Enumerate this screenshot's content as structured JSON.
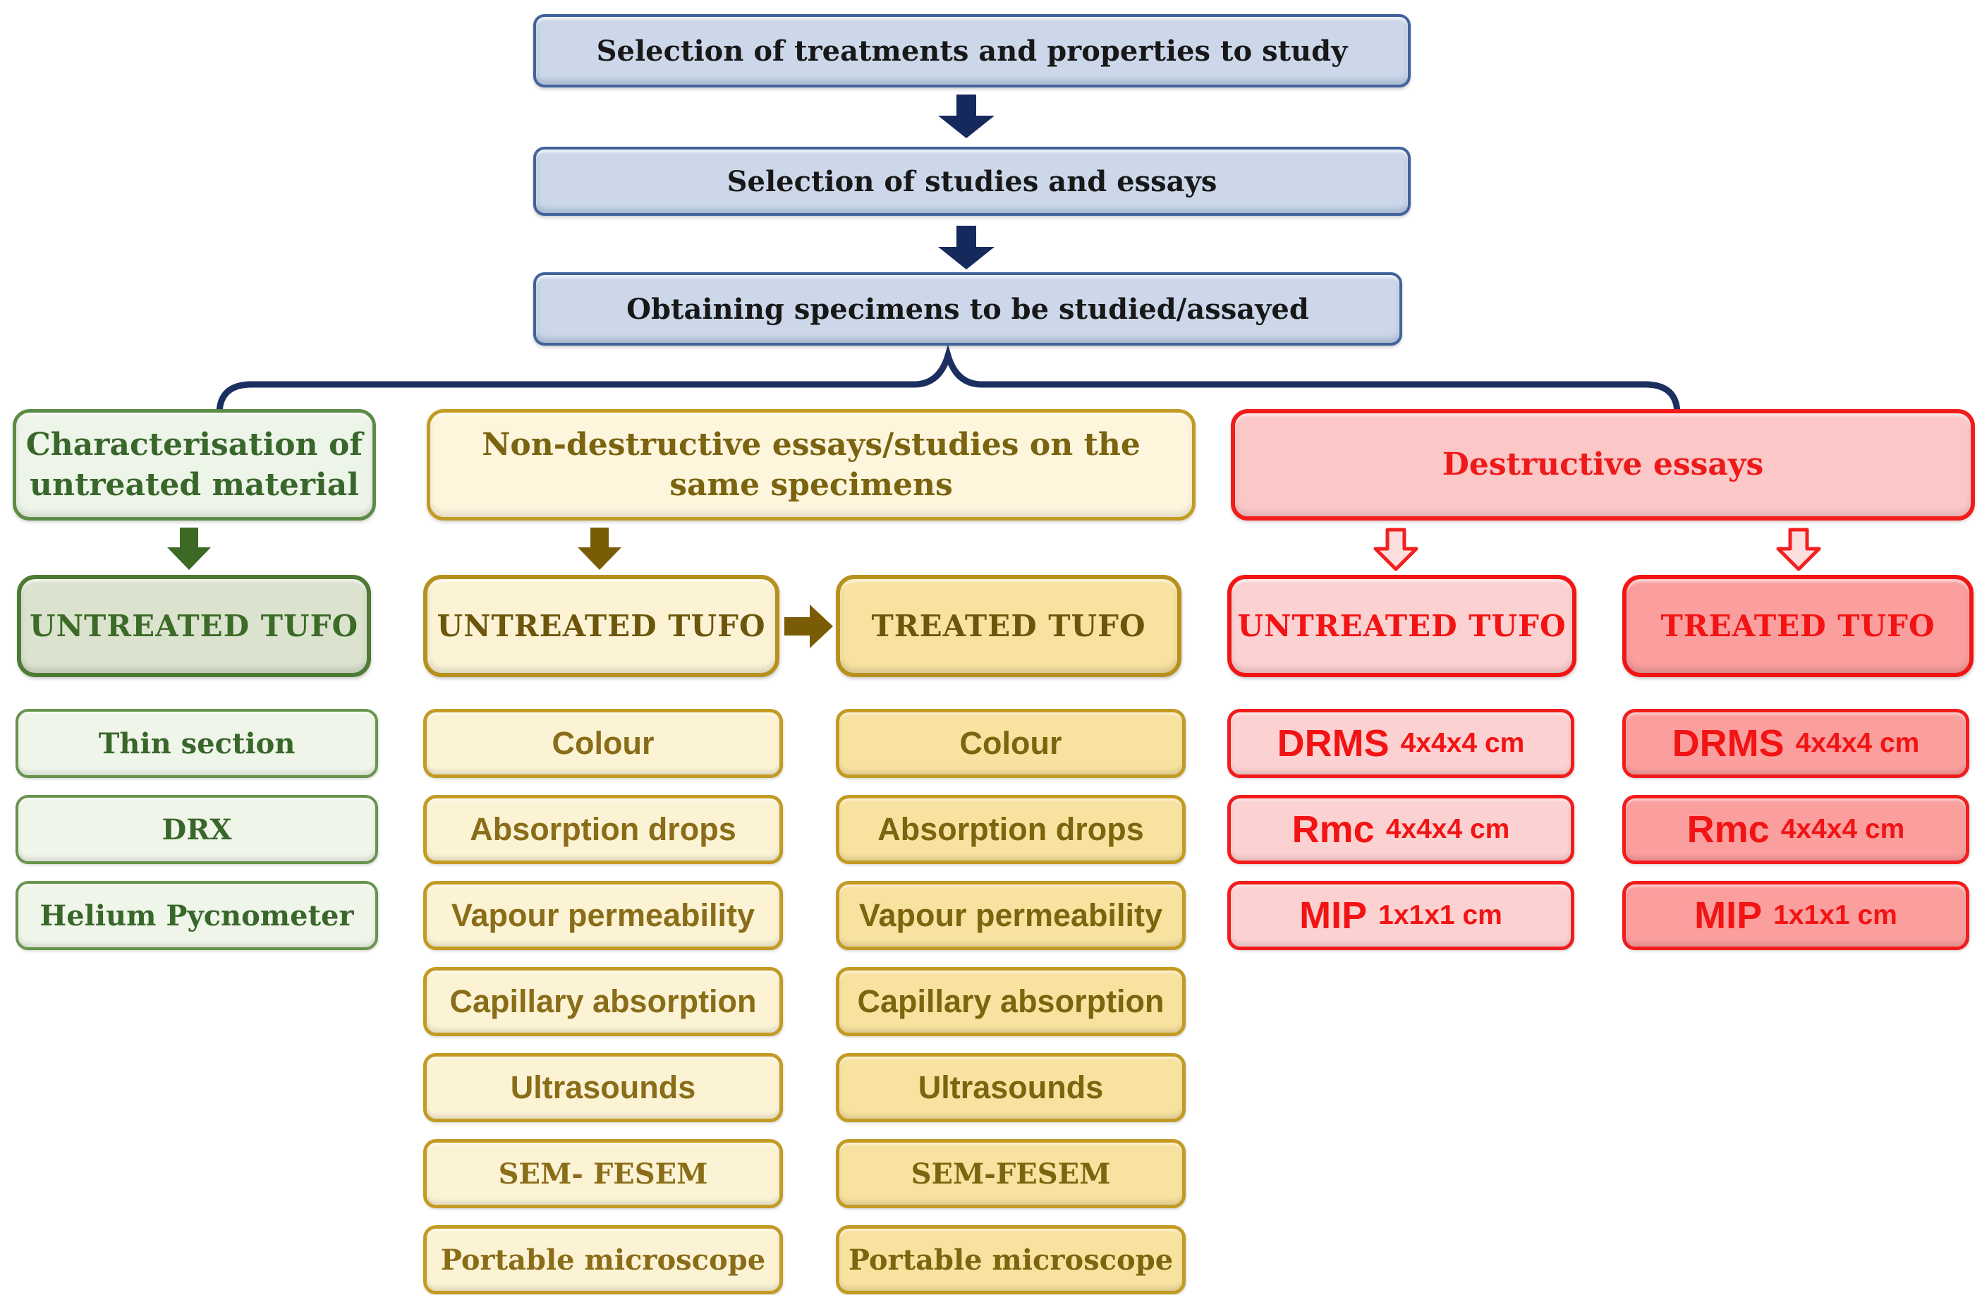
{
  "flow": {
    "steps": [
      {
        "label": "Selection of treatments and properties to study"
      },
      {
        "label": "Selection of studies and essays"
      },
      {
        "label": "Obtaining specimens to be studied/assayed"
      }
    ]
  },
  "branches": {
    "characterisation": {
      "header": "Characterisation of\nuntreated material",
      "specimen": "UNTREATED TUFO",
      "items": [
        "Thin section",
        "DRX",
        "Helium Pycnometer"
      ]
    },
    "non_destructive": {
      "header": "Non-destructive essays/studies on the\nsame specimens",
      "untreated": {
        "specimen": "UNTREATED TUFO",
        "items": [
          "Colour",
          "Absorption drops",
          "Vapour permeability",
          "Capillary absorption",
          "Ultrasounds",
          "SEM- FESEM",
          "Portable microscope"
        ]
      },
      "treated": {
        "specimen": "TREATED TUFO",
        "items": [
          "Colour",
          "Absorption drops",
          "Vapour permeability",
          "Capillary absorption",
          "Ultrasounds",
          "SEM-FESEM",
          "Portable microscope"
        ]
      }
    },
    "destructive": {
      "header": "Destructive essays",
      "untreated": {
        "specimen": "UNTREATED TUFO",
        "items": [
          {
            "name": "DRMS",
            "size": "4x4x4 cm"
          },
          {
            "name": "Rmc",
            "size": "4x4x4 cm"
          },
          {
            "name": "MIP",
            "size": "1x1x1 cm"
          }
        ]
      },
      "treated": {
        "specimen": "TREATED TUFO",
        "items": [
          {
            "name": "DRMS",
            "size": "4x4x4 cm"
          },
          {
            "name": "Rmc",
            "size": "4x4x4 cm"
          },
          {
            "name": "MIP",
            "size": "1x1x1 cm"
          }
        ]
      }
    }
  },
  "colors": {
    "navy": "#16295c",
    "blue_fill": "#ccd8ea",
    "blue_border": "#41639c",
    "green_border": "#5d8c46",
    "green_text": "#39672b",
    "gold_border": "#c39b24",
    "olive_text": "#7b6410",
    "red_border": "#f31c1c",
    "red_text": "#f21414",
    "pink_light": "#fcd1d1",
    "pink_mid": "#fa9e9e"
  }
}
